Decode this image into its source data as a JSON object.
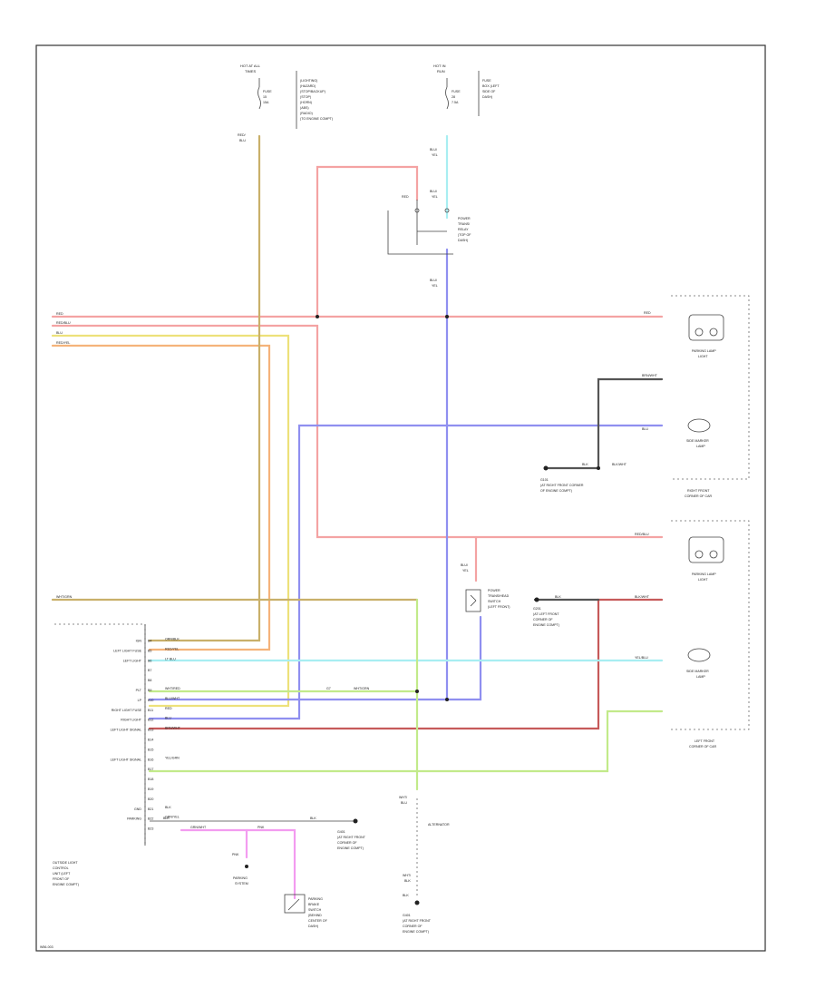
{
  "top_left_supply": {
    "header": [
      "HOT AT ALL",
      "TIMES"
    ],
    "fuse": [
      "FUSE",
      "15",
      "15A"
    ],
    "wire": [
      "RED/",
      "BLU"
    ],
    "notes": [
      "(LIGHTING)",
      "(HAZARD)",
      "(STOP/BACKUP)",
      "(STOP)",
      "(HORN)",
      "(ABS)",
      "(RADIO)",
      "(TO ENGINE COMPT)"
    ]
  },
  "top_right_supply": {
    "header": [
      "HOT IN",
      "RUN"
    ],
    "fuse": [
      "FUSE",
      "28",
      "7.5A"
    ],
    "notes": [
      "FUSE",
      "BOX (LEFT",
      "SIDE OF",
      "DASH)"
    ],
    "wire_a": [
      "BLU/",
      "YEL"
    ],
    "wire_b": [
      "BLU/",
      "YEL"
    ],
    "wire_c": [
      "BLU/",
      "YEL"
    ],
    "red": "RED",
    "relay": [
      "POWER",
      "TRANS/",
      "RELAY",
      "(TOP OF",
      "DASH)"
    ]
  },
  "left_edge_wires": [
    "RED",
    "RED/BLU",
    "BLU",
    "RED/YEL"
  ],
  "front_right": {
    "lamp1_wire": "RED",
    "lamp1_name": [
      "PARKING LAMP",
      "LIGHT"
    ],
    "lamp2_wire": "BRN/WHT",
    "lamp2_wire_b": "BLU",
    "lamp2_name": [
      "SIDE MARKER",
      "LAMP"
    ],
    "ground": [
      "G101",
      "(AT RIGHT FRONT CORNER",
      "OF ENGINE COMPT)"
    ],
    "ground_wires": [
      "BLK",
      "BLK/WHT"
    ],
    "caption": [
      "RIGHT FRONT",
      "CORNER OF CAR"
    ]
  },
  "front_left": {
    "lamp1_wire": "RED/BLU",
    "lamp1_name": [
      "PARKING LAMP",
      "LIGHT"
    ],
    "lamp2_wire": "YEL/BLU",
    "lamp2_name": [
      "SIDE MARKER",
      "LAMP"
    ],
    "ground_wires": [
      "BLK",
      "BLK/WHT"
    ],
    "ground": [
      "G201",
      "(AT LEFT FRONT",
      "CORNER OF",
      "ENGINE COMPT)"
    ],
    "caption": [
      "LEFT FRONT",
      "CORNER OF CAR"
    ],
    "relay_label": [
      "POWER",
      "TRANS/HEAD",
      "SWITCH",
      "(LEFT FRONT)"
    ],
    "relay_wire": [
      "BLU/",
      "YEL"
    ]
  },
  "combo_unit": {
    "name": [
      "OUTSIDE LIGHT",
      "CONTROL",
      "UNIT (LEFT",
      "FRONT OF",
      "ENGINE COMPT)"
    ],
    "top_wire": "WHT/GRN",
    "pins": [
      {
        "pin": "B4",
        "label": "IGN",
        "wire": "ORN/BLK"
      },
      {
        "pin": "B5",
        "label": "LEFT LIGHT FUSE",
        "wire": "RED/YEL"
      },
      {
        "pin": "B6",
        "label": "LEFT LIGHT",
        "wire": "LT BLU"
      },
      {
        "pin": "B7",
        "label": "",
        "wire": ""
      },
      {
        "pin": "B8",
        "label": "",
        "wire": ""
      },
      {
        "pin": "B9",
        "label": "PLT",
        "wire": "WHT/RED"
      },
      {
        "pin": "B10",
        "label": "LP",
        "wire": "BLU/WHT"
      },
      {
        "pin": "B11",
        "label": "RIGHT LIGHT FUSE",
        "wire": "RED"
      },
      {
        "pin": "B12",
        "label": "RIGHT LIGHT",
        "wire": "BLU"
      },
      {
        "pin": "B13",
        "label": "LEFT LIGHT SIGNAL",
        "wire": "BRN/WHT"
      },
      {
        "pin": "B14",
        "label": "",
        "wire": ""
      },
      {
        "pin": "B15",
        "label": "",
        "wire": ""
      },
      {
        "pin": "B16",
        "label": "LEFT LIGHT SIGNAL",
        "wire": "YEL/GRN"
      },
      {
        "pin": "B17",
        "label": "",
        "wire": ""
      },
      {
        "pin": "B18",
        "label": "",
        "wire": ""
      },
      {
        "pin": "B19",
        "label": "",
        "wire": ""
      },
      {
        "pin": "B20",
        "label": "",
        "wire": ""
      },
      {
        "pin": "B21",
        "label": "GND",
        "wire": "BLK"
      },
      {
        "pin": "B22",
        "label": "PARKING",
        "wire": "GRN/YEL"
      },
      {
        "pin": "B23",
        "label": "",
        "wire": ""
      }
    ],
    "mid_wire": "WHT/GRN",
    "mid_pin": "G7"
  },
  "bottom": {
    "ground_wire": "BLK",
    "ground_wire_b": "GRN/WHT",
    "ground_label": [
      "G401",
      "(AT RIGHT FRONT",
      "CORNER OF",
      "ENGINE COMPT)"
    ],
    "pnk": "PNK",
    "pnk2": "PNK",
    "parking_switch": [
      "PARKING",
      "SYSTEM"
    ],
    "brake_switch": [
      "PARKING",
      "BRAKE",
      "SWITCH",
      "(BEHIND",
      "CENTER OF",
      "DASH)"
    ],
    "alt_wires": [
      "WHT/",
      "BLU"
    ],
    "alt_label": "ALTERNATOR",
    "bus": [
      "BLK",
      "BLK"
    ],
    "right_ground": [
      "G401",
      "(AT RIGHT FRONT",
      "CORNER OF",
      "ENGINE COMPT)"
    ],
    "wht_blk": [
      "WHT/",
      "BLK"
    ]
  },
  "footer": "W56-003",
  "colors": {
    "red": "#f4a3a3",
    "red_blu": "#f4a3a3",
    "orange": "#f5b37a",
    "yellow": "#ede17a",
    "tan": "#c9b06a",
    "blue": "#8f8ff0",
    "light_blue": "#a8eef2",
    "green": "#c2ea8a",
    "pink": "#f39cf0",
    "dark_red": "#c65a5a",
    "gray": "#555555"
  }
}
